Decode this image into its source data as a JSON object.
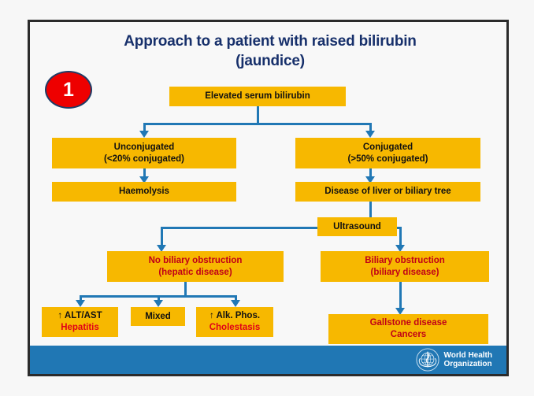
{
  "slide": {
    "title_line1": "Approach to a patient with raised bilirubin",
    "title_line2": "(jaundice)",
    "badge_number": "1",
    "colors": {
      "title": "#17306b",
      "badge_fill": "#ee0000",
      "badge_border": "#1f3c66",
      "box_fill": "#f7b800",
      "box_text": "#111111",
      "box_text_red": "#c00017",
      "connector": "#2178b5",
      "footer": "#2077b4",
      "frame_border": "#2b2b2b",
      "page_background": "#f7f7f7"
    }
  },
  "flowchart": {
    "nodes": [
      {
        "id": "root",
        "label": "Elevated serum bilirubin"
      },
      {
        "id": "unconjugated",
        "label": "Unconjugated",
        "sub": "(<20% conjugated)"
      },
      {
        "id": "conjugated",
        "label": "Conjugated",
        "sub": "(>50% conjugated)"
      },
      {
        "id": "haemolysis",
        "label": "Haemolysis"
      },
      {
        "id": "liver-disease",
        "label": "Disease of liver or biliary tree"
      },
      {
        "id": "ultrasound",
        "label": "Ultrasound"
      },
      {
        "id": "no-obstruction",
        "label": "No biliary obstruction",
        "sub": "(hepatic disease)"
      },
      {
        "id": "obstruction",
        "label": "Biliary obstruction",
        "sub": "(biliary disease)"
      },
      {
        "id": "alt-ast",
        "label": "↑ ALT/AST",
        "sub": "Hepatitis"
      },
      {
        "id": "mixed",
        "label": "Mixed"
      },
      {
        "id": "alk-phos",
        "label": "↑ Alk. Phos.",
        "sub": "Cholestasis"
      },
      {
        "id": "gallstone",
        "label": "Gallstone disease",
        "sub": "Cancers"
      }
    ]
  },
  "footer": {
    "organization_line1": "World Health",
    "organization_line2": "Organization",
    "logo_name": "who-emblem"
  }
}
